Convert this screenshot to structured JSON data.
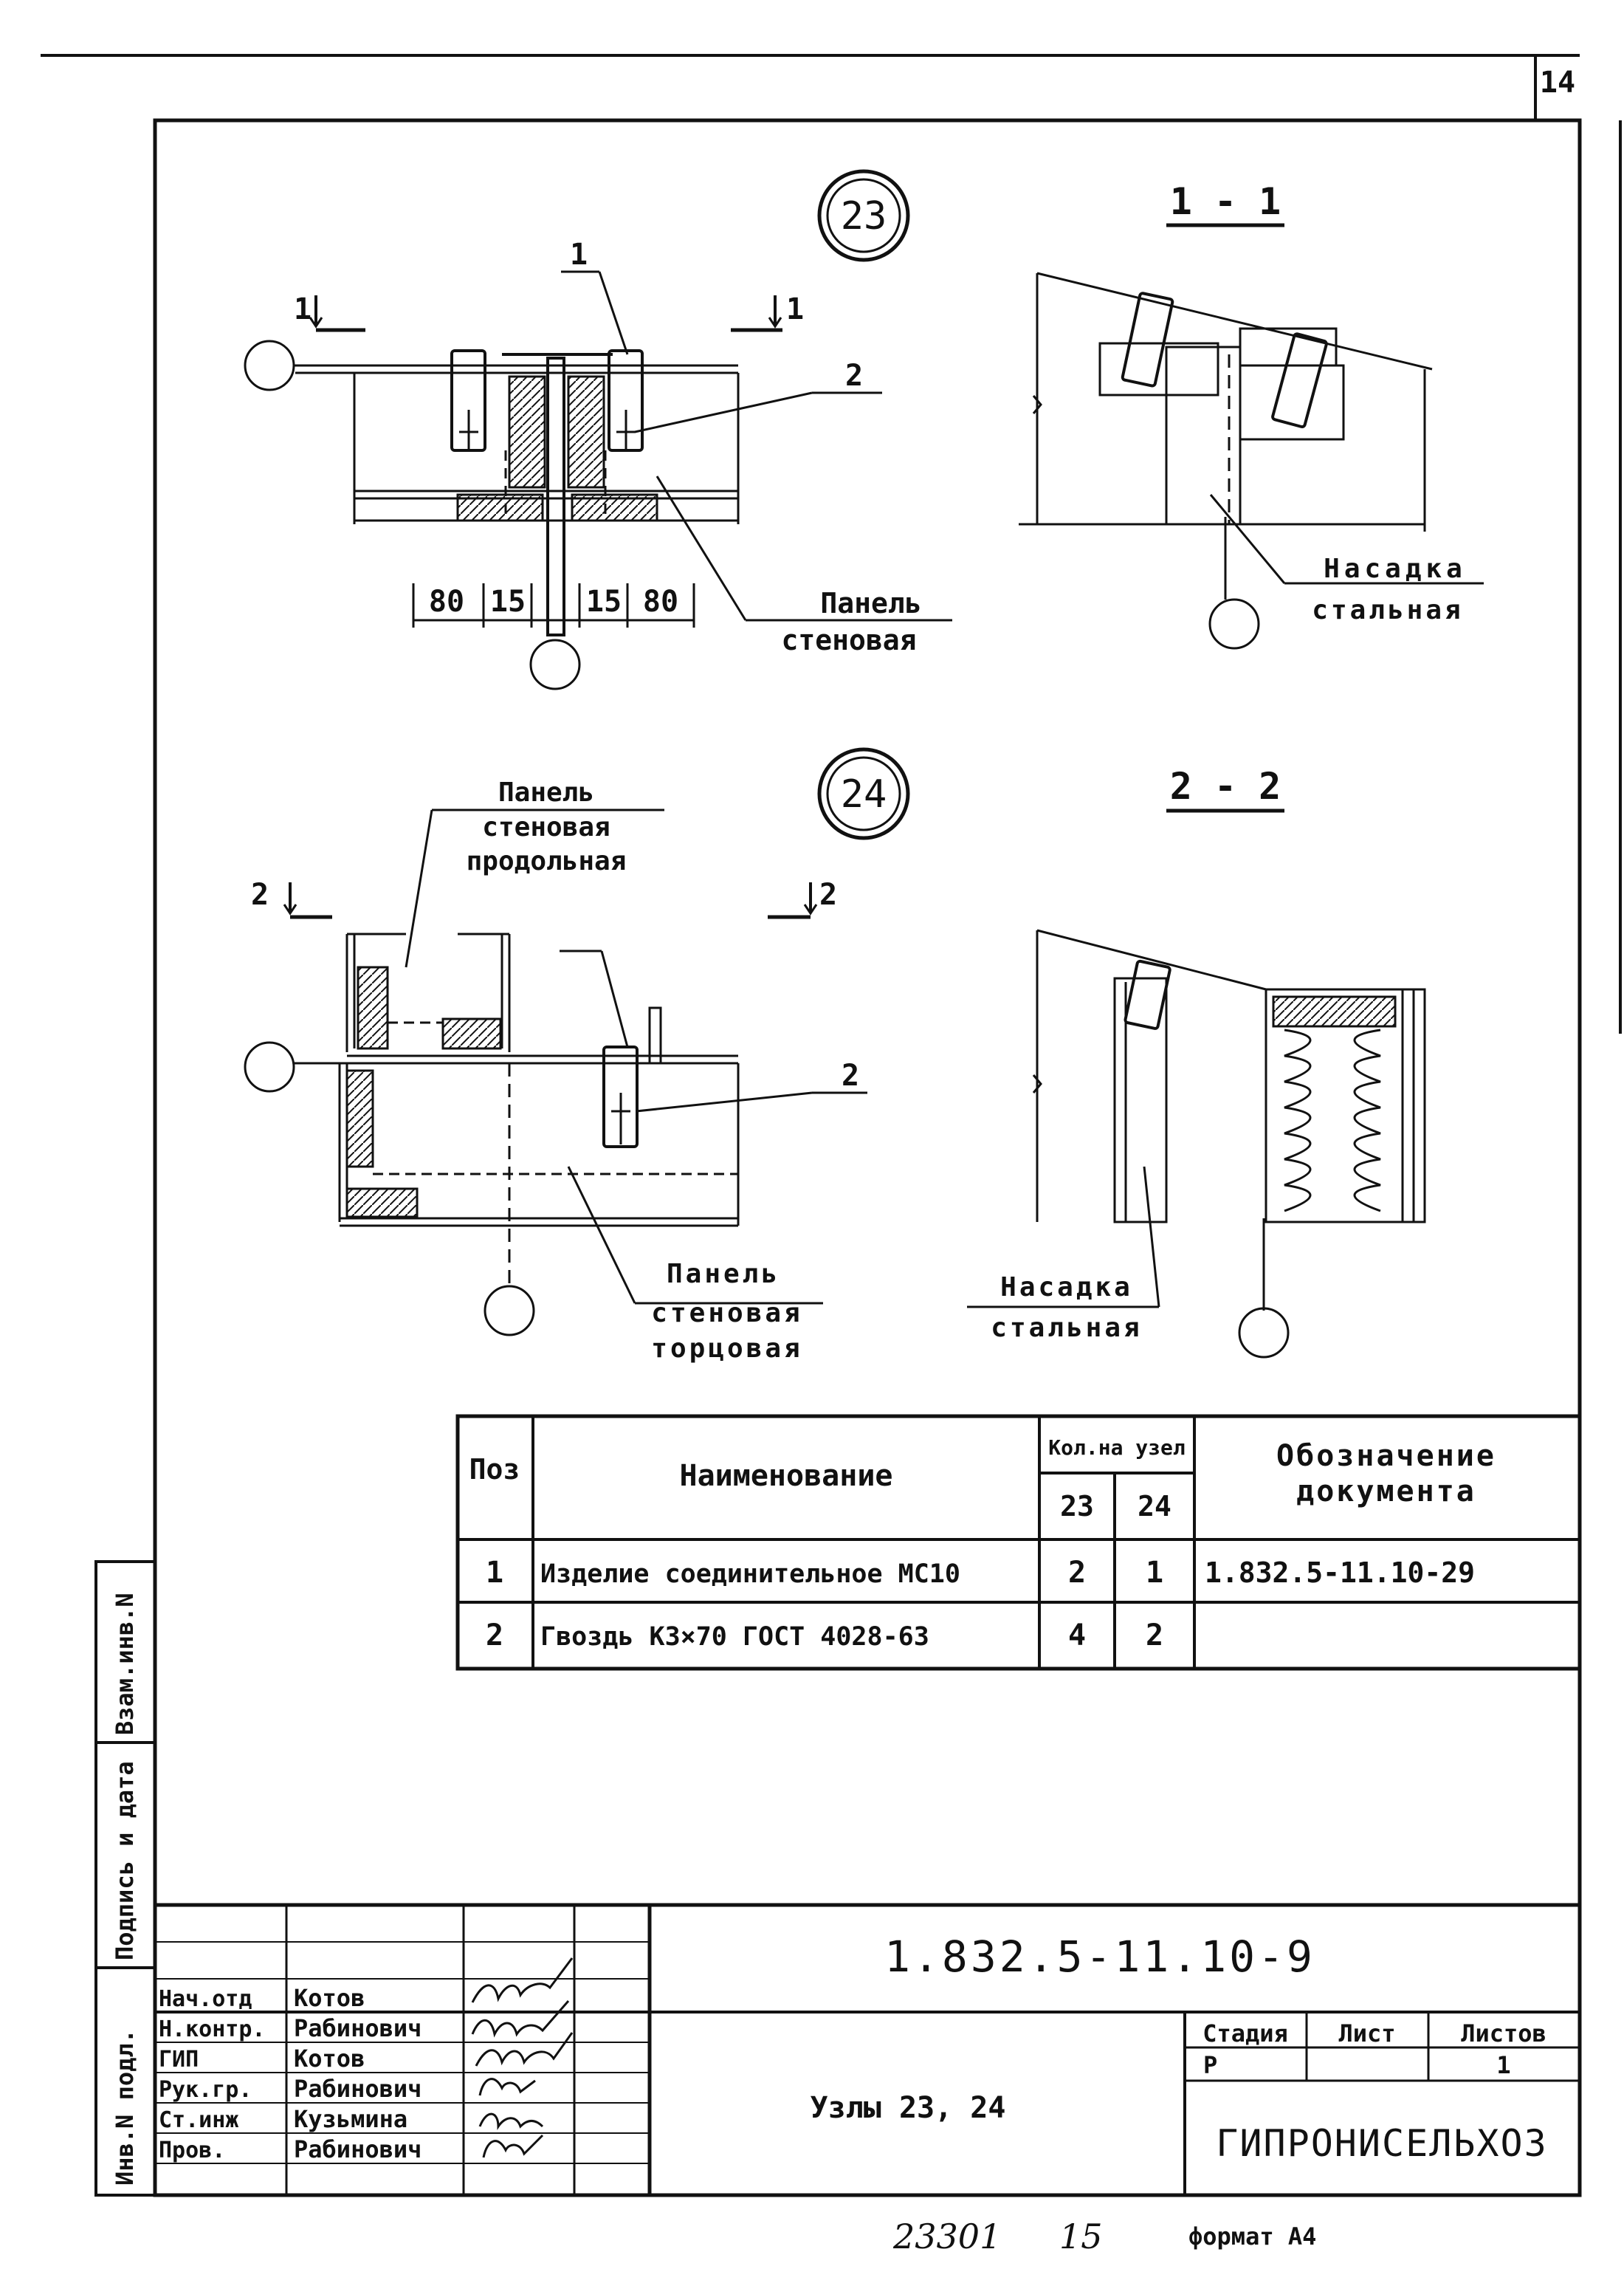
{
  "sheet": {
    "page_number": "14",
    "footer_number": "23301",
    "footer_page": "15",
    "format_label": "формат А4"
  },
  "node23": {
    "number": "23",
    "section_mark": "1",
    "section_title": "1 - 1",
    "pos1": "1",
    "pos2": "2",
    "dims": [
      "80",
      "15",
      "15",
      "80"
    ],
    "panel_label": [
      "Панель",
      "стеновая"
    ],
    "section_label": [
      "Насадка",
      "стальная"
    ]
  },
  "node24": {
    "number": "24",
    "section_mark": "2",
    "section_title": "2 - 2",
    "pos2": "2",
    "panel_long_label": [
      "Панель",
      "стеновая",
      "продольная"
    ],
    "panel_end_label": [
      "Панель",
      "стеновая",
      "торцовая"
    ],
    "section_label": [
      "Насадка",
      "стальная"
    ]
  },
  "spec_table": {
    "headers": {
      "pos": "Поз",
      "name": "Наименование",
      "qty": "Кол.на узел",
      "qty_23": "23",
      "qty_24": "24",
      "doc": [
        "Обозначение",
        "документа"
      ]
    },
    "rows": [
      {
        "pos": "1",
        "name": "Изделие соединительное МС10",
        "q23": "2",
        "q24": "1",
        "doc": "1.832.5-11.10-29"
      },
      {
        "pos": "2",
        "name": "Гвоздь К3×70 ГОСТ 4028-63",
        "q23": "4",
        "q24": "2",
        "doc": ""
      }
    ]
  },
  "side_stamp": {
    "cells": [
      "Инв.N подл.",
      "Подпись и дата",
      "Взам.инв.N"
    ]
  },
  "title_block": {
    "code": "1.832.5-11.10-9",
    "title": "Узлы 23, 24",
    "org": "ГИПРОНИСЕЛЬХОЗ",
    "stage_header": "Стадия",
    "sheet_header": "Лист",
    "sheets_header": "Листов",
    "stage": "Р",
    "sheet": "",
    "sheets": "1",
    "people": [
      {
        "role": "Нач.отд",
        "name": "Котов"
      },
      {
        "role": "Н.контр.",
        "name": "Рабинович"
      },
      {
        "role": "ГИП",
        "name": "Котов"
      },
      {
        "role": "Рук.гр.",
        "name": "Рабинович"
      },
      {
        "role": "Ст.инж",
        "name": "Кузьмина"
      },
      {
        "role": "Пров.",
        "name": "Рабинович"
      }
    ]
  }
}
